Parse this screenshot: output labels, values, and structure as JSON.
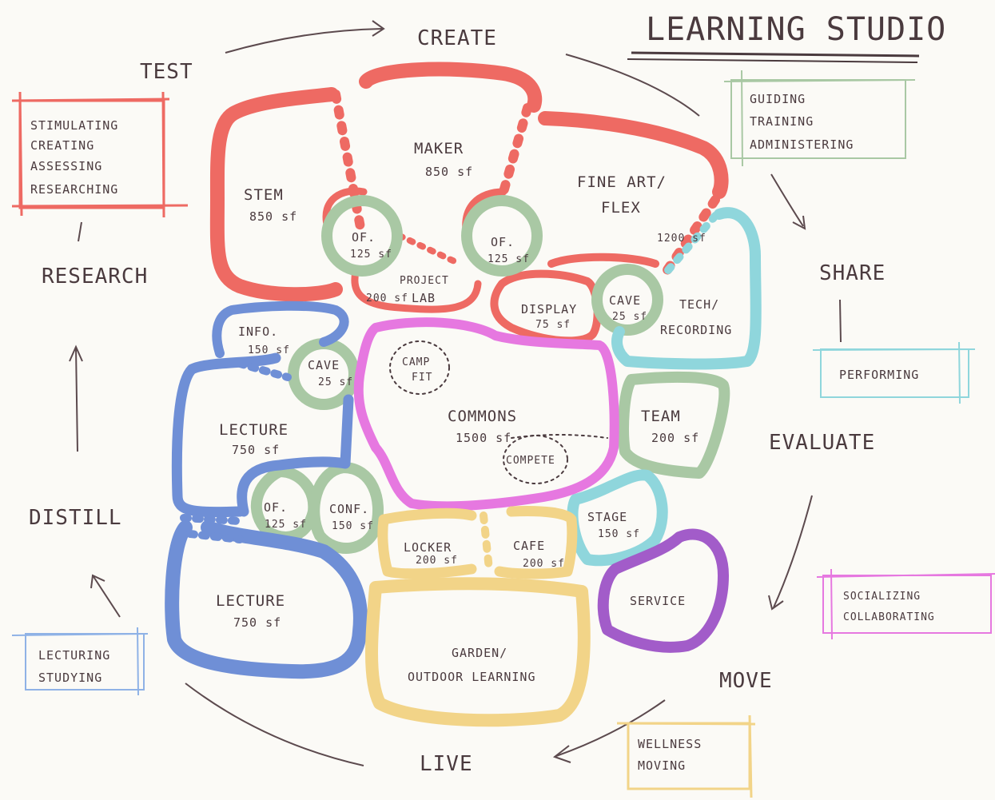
{
  "title": "LEARNING STUDIO",
  "cycle": {
    "create": "CREATE",
    "share": "SHARE",
    "evaluate": "EVALUATE",
    "move": "MOVE",
    "live": "LIVE",
    "distill": "DISTILL",
    "research": "RESEARCH",
    "test": "TEST"
  },
  "activity_boxes": {
    "red": [
      "STIMULATING",
      "CREATING",
      "ASSESSING",
      "RESEARCHING"
    ],
    "green": [
      "GUIDING",
      "TRAINING",
      "ADMINISTERING"
    ],
    "cyan": [
      "PERFORMING"
    ],
    "magenta": [
      "SOCIALIZING",
      "COLLABORATING"
    ],
    "yellow": [
      "WELLNESS",
      "MOVING"
    ],
    "blue": [
      "LECTURING",
      "STUDYING"
    ]
  },
  "spaces": {
    "stem": {
      "name": "STEM",
      "area": "850 sf"
    },
    "maker": {
      "name": "MAKER",
      "area": "850 sf"
    },
    "fine_art": {
      "name1": "FINE ART/",
      "name2": "FLEX",
      "area": "1200 sf"
    },
    "of_left": {
      "name": "OF.",
      "area": "125 sf"
    },
    "of_mid": {
      "name": "OF.",
      "area": "125 sf"
    },
    "project_lab": {
      "name1": "PROJECT",
      "area": "200 sf",
      "name2": "LAB"
    },
    "display": {
      "name": "DISPLAY",
      "area": "75 sf"
    },
    "cave_right": {
      "name": "CAVE",
      "area": "25 sf"
    },
    "tech": {
      "name1": "TECH/",
      "name2": "RECORDING"
    },
    "info": {
      "name": "INFO.",
      "area": "150 sf"
    },
    "cave_left": {
      "name": "CAVE",
      "area": "25 sf"
    },
    "camp_fit": {
      "name1": "CAMP",
      "name2": "FIT"
    },
    "commons": {
      "name": "COMMONS",
      "area": "1500 sf"
    },
    "compete": {
      "name": "COMPETE"
    },
    "team": {
      "name": "TEAM",
      "area": "200 sf"
    },
    "lecture_top": {
      "name": "LECTURE",
      "area": "750 sf"
    },
    "of_low": {
      "name": "OF.",
      "area": "125 sf"
    },
    "conf": {
      "name": "CONF.",
      "area": "150 sf"
    },
    "stage": {
      "name": "STAGE",
      "area": "150 sf"
    },
    "locker": {
      "name": "LOCKER",
      "area": "200 sf"
    },
    "cafe": {
      "name": "CAFE",
      "area": "200 sf"
    },
    "service": {
      "name": "SERVICE"
    },
    "lecture_bottom": {
      "name": "LECTURE",
      "area": "750 sf"
    },
    "garden": {
      "name1": "GARDEN/",
      "name2": "OUTDOOR LEARNING"
    }
  },
  "colors": {
    "red": "#ee6a63",
    "green": "#a9c8a4",
    "cyan": "#8fd6dc",
    "blue": "#6f8fd6",
    "magenta": "#e678e0",
    "yellow": "#f2d488",
    "purple": "#a25cc9",
    "ink": "#4a3a3e"
  }
}
